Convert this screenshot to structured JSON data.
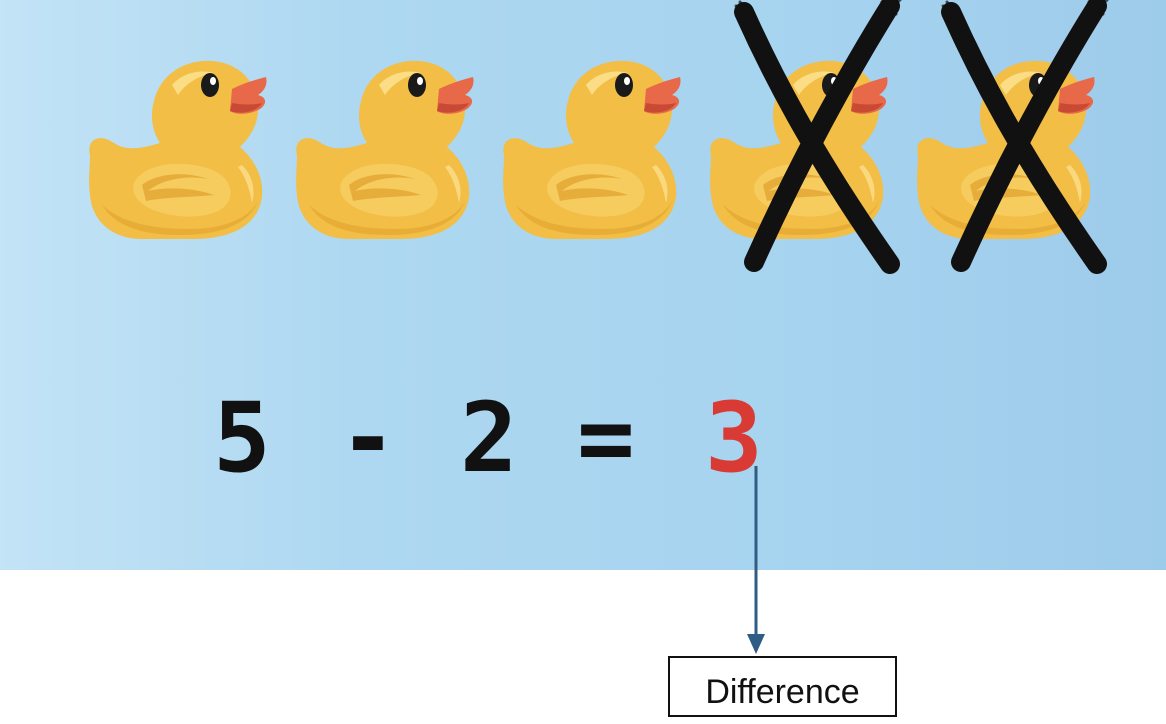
{
  "figure": {
    "duck_count": 5,
    "crossed_out": 2,
    "equation": {
      "minuend": "5",
      "minus_sign": "-",
      "subtrahend": "2",
      "equals_sign": "=",
      "difference": "3"
    },
    "callout_label": "Difference",
    "colors": {
      "background": "#a6d3ef",
      "duck_body": "#f2be45",
      "duck_beak": "#e8684a",
      "cross": "#111111",
      "answer": "#d93a34",
      "arrow": "#2f5d83"
    }
  }
}
